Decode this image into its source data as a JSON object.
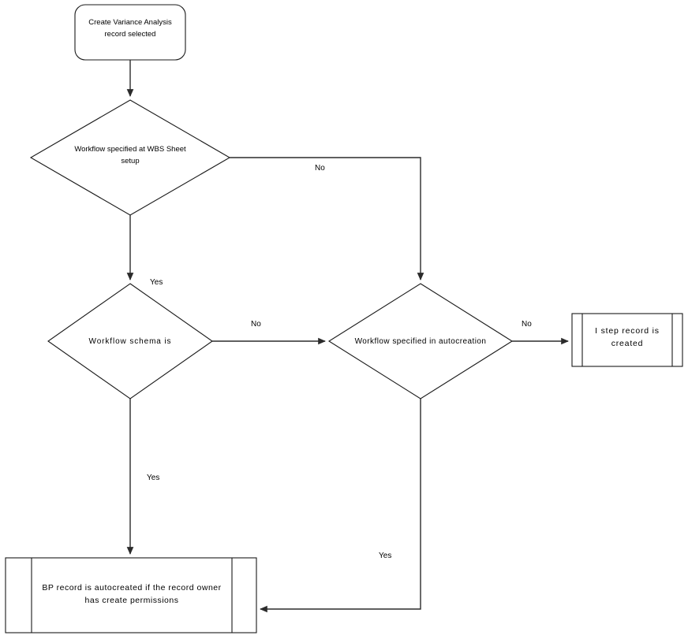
{
  "diagram": {
    "type": "flowchart",
    "background_color": "#ffffff",
    "line_color": "#2b2b2b",
    "text_color": "#000000",
    "nodes": {
      "start": {
        "shape": "rounded-rectangle",
        "text": "Create Variance Analysis\nrecord selected"
      },
      "decision_wbs": {
        "shape": "diamond",
        "text": "Workflow specified at WBS Sheet\nsetup"
      },
      "decision_schema": {
        "shape": "diamond",
        "text": "Workflow schema is"
      },
      "decision_autocreation": {
        "shape": "diamond",
        "text": "Workflow specified in autocreation"
      },
      "process_step_record": {
        "shape": "predefined-process",
        "text": "I step record is\ncreated"
      },
      "process_bp_record": {
        "shape": "predefined-process",
        "text": "BP record is autocreated if the record owner\nhas create permissions"
      }
    },
    "edge_labels": {
      "wbs_no": "No",
      "wbs_yes": "Yes",
      "schema_no": "No",
      "schema_yes": "Yes",
      "autocreation_no": "No",
      "autocreation_yes": "Yes"
    }
  }
}
